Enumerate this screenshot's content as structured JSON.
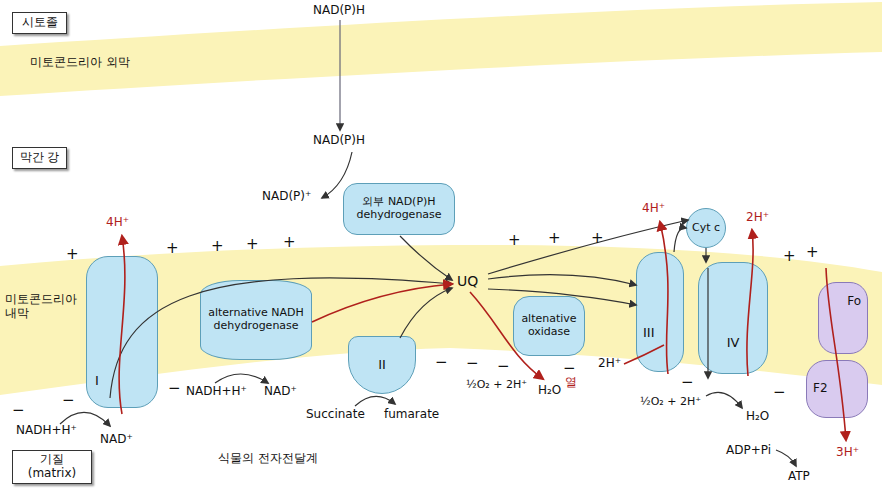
{
  "diagram": {
    "caption": "식물의 전자전달계",
    "nodes": [
      {
        "text": [
          "시토졸"
        ]
      },
      {
        "text": [
          "미토콘드리아 외막"
        ]
      },
      {
        "text": [
          "막간 강"
        ]
      },
      {
        "text": [
          "외부 NAD(P)H dehydrogenase"
        ]
      },
      {
        "text": [
          "미토콘드리아 내막"
        ]
      },
      {
        "text": [
          "I"
        ],
        "in": 4
      },
      {
        "text": [
          "alternative NADH dehydrogenase"
        ],
        "in": 4
      },
      {
        "text": [
          "II"
        ],
        "in": 4
      },
      {
        "text": [
          "altenative oxidase"
        ],
        "in": 4
      },
      {
        "text": [
          "III"
        ],
        "in": 4
      },
      {
        "text": [
          "Cyt c"
        ],
        "in": 4
      },
      {
        "text": [
          "IV"
        ],
        "in": 4
      },
      {
        "text": [
          "Fo"
        ],
        "in": 4
      },
      {
        "text": [
          "F2"
        ],
        "in": 4
      },
      {
        "text": [
          "기질(matrix)"
        ]
      }
    ],
    "edges": [
      {
        "from": 9,
        "to": 10,
        "arrow": "to"
      },
      {
        "from": 10,
        "to": 11,
        "arrow": "to"
      }
    ],
    "labels": [
      "NAD(P)H",
      "NAD(P)H",
      "NAD(P)⁺",
      "4H⁺",
      "NADH+H⁺",
      "NAD⁺",
      "NADH+H⁺",
      "NAD⁺",
      "Succinate",
      "fumarate",
      "UQ",
      "½O₂ + 2H⁺",
      "H₂O",
      "열",
      "4H⁺",
      "2H⁺",
      "2H⁺",
      "½O₂ + 2H⁺",
      "H₂O",
      "3H⁺",
      "ADP+Pi",
      "ATP",
      "+",
      "+",
      "+",
      "+",
      "+",
      "+",
      "+",
      "+",
      "+",
      "+",
      "−",
      "−",
      "−",
      "−",
      "−",
      "−",
      "−",
      "−",
      "−"
    ]
  }
}
